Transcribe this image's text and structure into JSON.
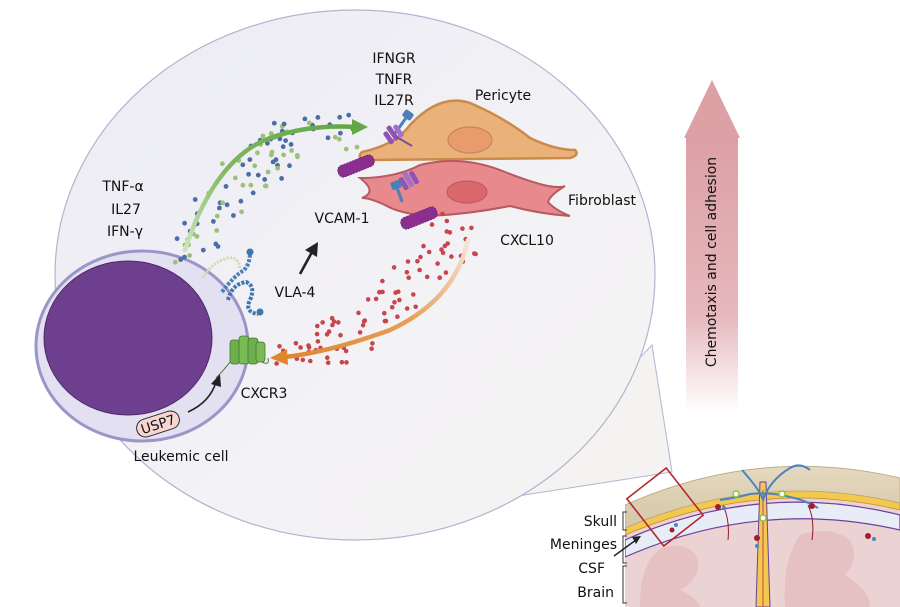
{
  "figure": {
    "main_panel": {
      "cells": {
        "leukemic_cell": "Leukemic cell",
        "pericyte": "Pericyte",
        "fibroblast": "Fibroblast"
      },
      "signals_from_leukemic": [
        "TNF-α",
        "IL27",
        "IFN-γ"
      ],
      "receptors_on_stroma": [
        "IFNGR",
        "TNFR",
        "IL27R"
      ],
      "adhesion": {
        "ligand": "VCAM-1",
        "integrin": "VLA-4"
      },
      "chemokine": "CXCL10",
      "chemokine_receptor": "CXCR3",
      "intracellular_regulator": "USP7"
    },
    "effect_arrow": {
      "label": "Chemotaxis and cell adhesion",
      "color": "#d9a0a5"
    },
    "anatomy_inset": {
      "layers": [
        "Skull",
        "Meninges",
        "CSF",
        "Brain"
      ]
    },
    "colors": {
      "nucleus": "#6f3f8f",
      "membrane": "#9c95c8",
      "cytoplasm": "#e3e0f2",
      "panel_bg": "#f2f1f6",
      "pericyte": "#eab27a",
      "fibroblast": "#e8898d",
      "cytokine_arrow": "#6aaa4a",
      "chemokine_arrow": "#e08a34",
      "chemokine_dots": "#c8454d",
      "cytokine_dot_blue": "#4a6fa5",
      "cytokine_dot_green": "#9cc27a",
      "receptor_green": "#6eae4c",
      "vcam_purple": "#8b2f8f",
      "usp7_fill": "#f6d6d2"
    }
  }
}
